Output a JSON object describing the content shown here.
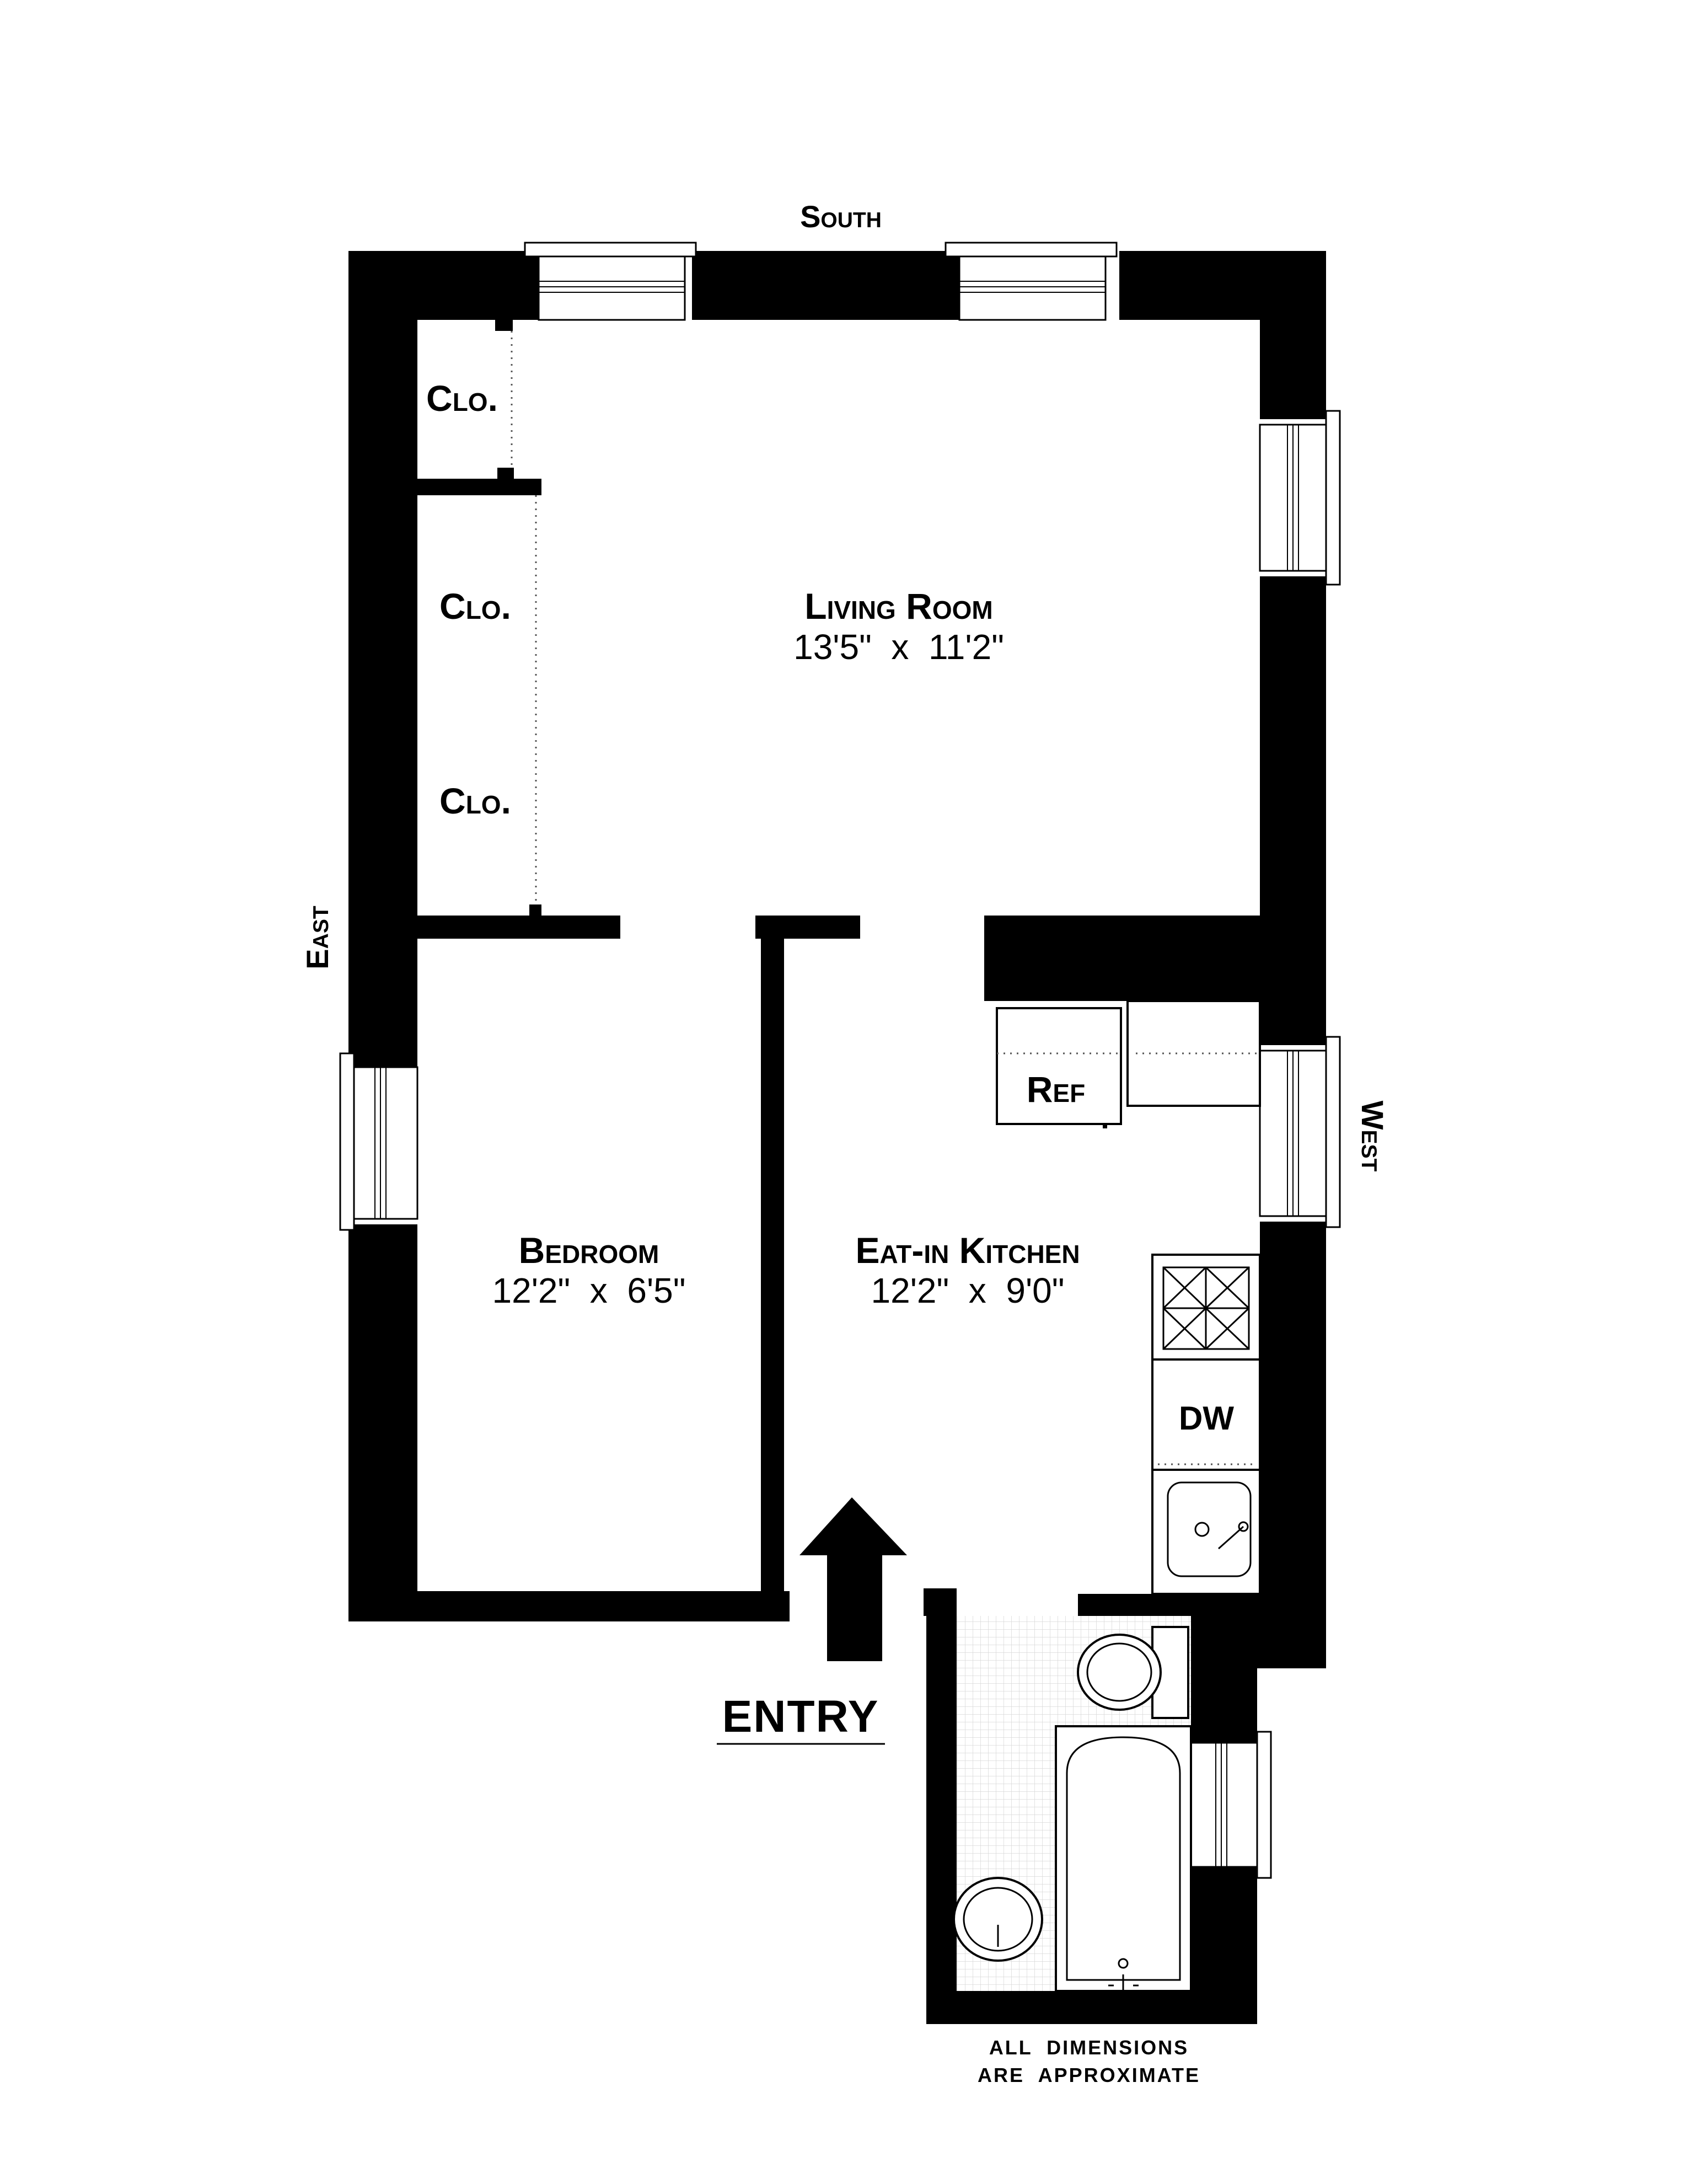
{
  "compass": {
    "south": "South",
    "east": "East",
    "west": "West"
  },
  "rooms": {
    "living_room": {
      "name": "Living Room",
      "dimensions": "13'5\"  x  11'2\""
    },
    "bedroom": {
      "name": "Bedroom",
      "dimensions": "12'2\"  x  6'5\""
    },
    "kitchen": {
      "name": "Eat-in Kitchen",
      "dimensions": "12'2\"  x  9'0\""
    }
  },
  "closets": [
    "Clo.",
    "Clo.",
    "Clo."
  ],
  "fixtures": {
    "refrigerator": "Ref",
    "dishwasher": "DW"
  },
  "entry_label": "ENTRY",
  "note": {
    "line1": "ALL  DIMENSIONS",
    "line2": "ARE  APPROXIMATE"
  }
}
